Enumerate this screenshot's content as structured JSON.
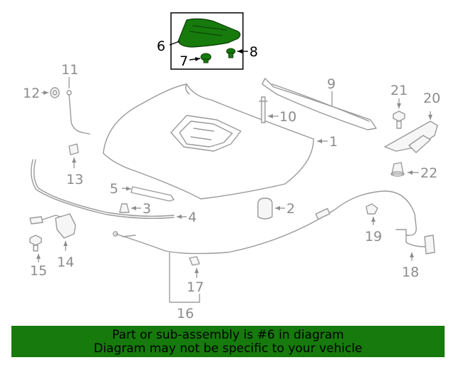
{
  "highlight_color": "#167a0c",
  "highlight_part": "6",
  "labels": {
    "p1": "1",
    "p2": "2",
    "p3": "3",
    "p4": "4",
    "p5": "5",
    "p6": "6",
    "p7": "7",
    "p8": "8",
    "p9": "9",
    "p10": "10",
    "p11": "11",
    "p12": "12",
    "p13": "13",
    "p14": "14",
    "p15": "15",
    "p16": "16",
    "p17": "17",
    "p18": "18",
    "p19": "19",
    "p20": "20",
    "p21": "21",
    "p22": "22"
  },
  "banner": {
    "line1": "Part or sub-assembly is #6 in diagram",
    "line2": "Diagram may not be specific to your vehicle"
  }
}
